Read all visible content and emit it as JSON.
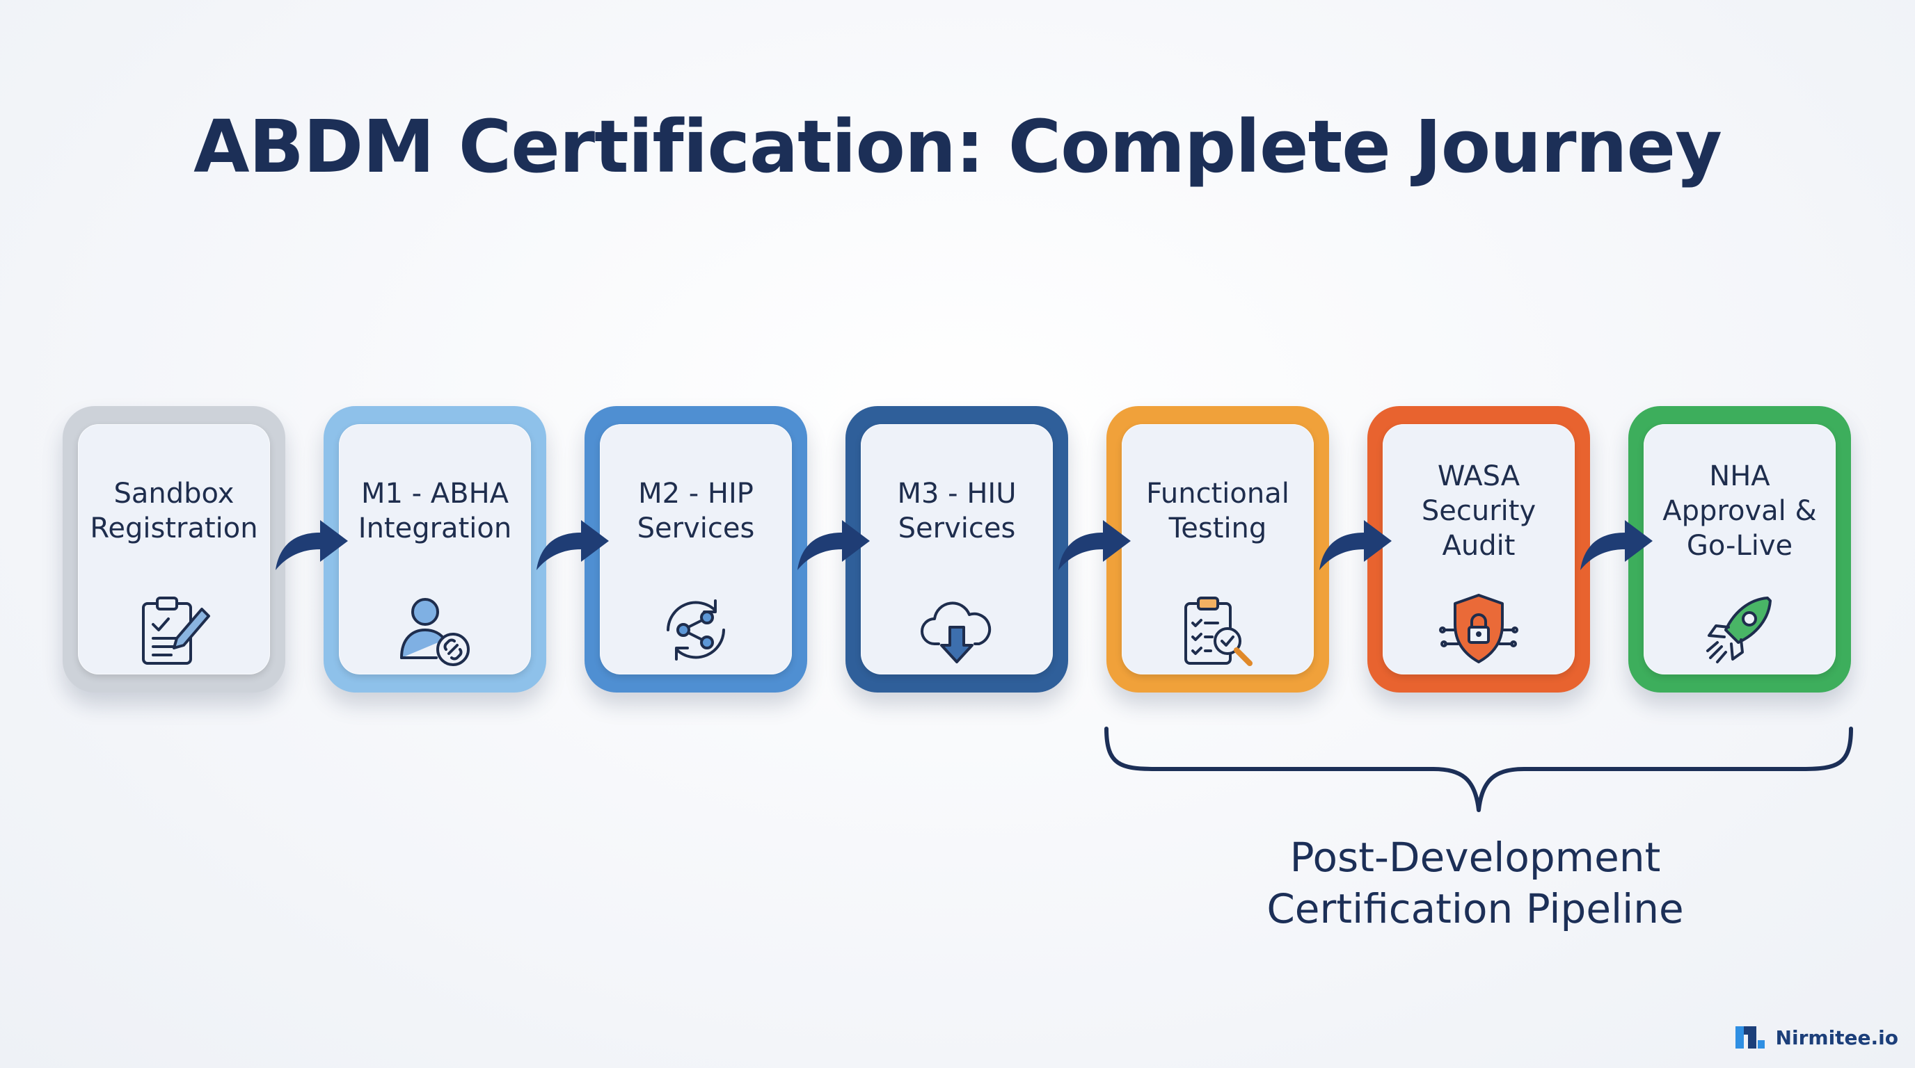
{
  "title": "ABDM Certification: Complete Journey",
  "steps": [
    {
      "label": "Sandbox\nRegistration",
      "icon": "clipboard-checklist-pen-icon",
      "color": "#cdd2d9"
    },
    {
      "label": "M1 - ABHA\nIntegration",
      "icon": "user-link-icon",
      "color": "#8ec1ea"
    },
    {
      "label": "M2 - HIP\nServices",
      "icon": "share-sync-icon",
      "color": "#4f8fd2"
    },
    {
      "label": "M3 - HIU\nServices",
      "icon": "cloud-download-icon",
      "color": "#2f5f9a"
    },
    {
      "label": "Functional\nTesting",
      "icon": "checklist-magnifier-icon",
      "color": "#f0a13a"
    },
    {
      "label": "WASA\nSecurity\nAudit",
      "icon": "shield-lock-icon",
      "color": "#e8632f"
    },
    {
      "label": "NHA\nApproval &\nGo-Live",
      "icon": "rocket-icon",
      "color": "#3dae5c"
    }
  ],
  "pipeline_label": "Post-Development\nCertification Pipeline",
  "brand": "Nirmitee.io",
  "colors": {
    "text": "#1c2f57",
    "arrow": "#1f3d75"
  }
}
